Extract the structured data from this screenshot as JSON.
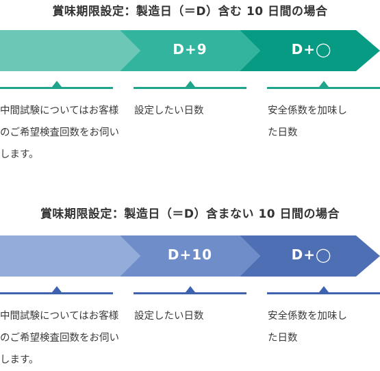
{
  "sections": [
    {
      "title": "賞味期限設定：製造日（＝D）含む 10 日間の場合",
      "segments": [
        {
          "label": "",
          "color": "#6cc7b7"
        },
        {
          "label": "D+9",
          "color": "#33b49e"
        },
        {
          "label": "D+◯",
          "color": "#079b83"
        }
      ],
      "bracket_color": "#1fa58c",
      "descriptions": [
        "中間試験についてはお客様のご希望検査回数をお伺いします。",
        "設定したい日数",
        "安全係数を加味した日数"
      ]
    },
    {
      "title": "賞味期限設定：製造日（＝D）含まない 10 日間の場合",
      "segments": [
        {
          "label": "",
          "color": "#94acd9"
        },
        {
          "label": "D+10",
          "color": "#6f8dc9"
        },
        {
          "label": "D+◯",
          "color": "#4e6fb4"
        }
      ],
      "bracket_color": "#3e62ad",
      "descriptions": [
        "中間試験についてはお客様のご希望検査回数をお伺いします。",
        "設定したい日数",
        "安全係数を加味した日数"
      ]
    }
  ]
}
